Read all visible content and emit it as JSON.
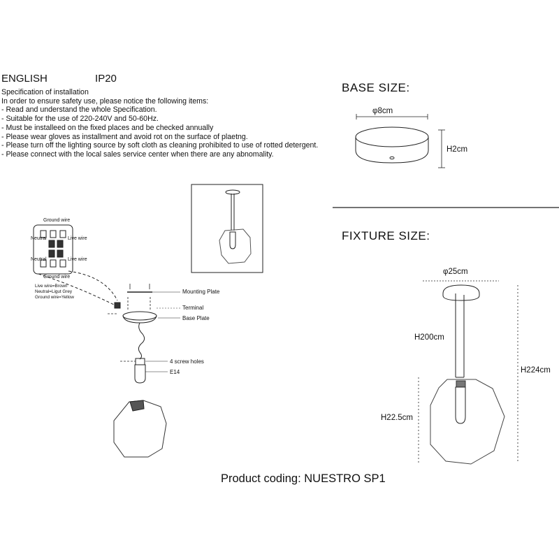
{
  "header": {
    "language": "ENGLISH",
    "ip_rating": "IP20"
  },
  "spec": {
    "title": "Specification of installation",
    "intro": "In order to ensure safety use, please notice the following items:",
    "items": [
      "- Read and understand the whole Specification.",
      "- Suitable for the use of 220-240V and 50-60Hz.",
      "- Must be installeed on the fixed places and be checked annually",
      "- Please wear gloves as installment and avoid rot on the surface of plaetng.",
      "- Please turn off the lighting source by soft cloth as cleaning prohibited to use of rotted detergent.",
      "- Please connect with the local sales service center when there are any abnomality."
    ]
  },
  "base": {
    "title": "BASE SIZE:",
    "diameter": "φ8cm",
    "height": "H2cm"
  },
  "fixture": {
    "title": "FIXTURE SIZE:",
    "diameter": "φ25cm",
    "rod_height": "H200cm",
    "total_height": "H224cm",
    "shade_height": "H22.5cm"
  },
  "wiring": {
    "ground_top": "Ground wire",
    "neutral_1": "Neutral",
    "live_1": "Live wire",
    "neutral_2": "Neutral",
    "live_2": "Live wire",
    "ground_bottom": "Ground wire",
    "legend": [
      "Live wire=Brown",
      "Neutral=Ligut Grey",
      "Ground wire=Yellow"
    ]
  },
  "assembly": {
    "mounting_plate": "Mounting Plate",
    "terminal": "Terminal",
    "base_plate": "Base Plate",
    "screw_holes": "4 screw holes",
    "socket": "E14"
  },
  "product": "Product coding: NUESTRO SP1"
}
